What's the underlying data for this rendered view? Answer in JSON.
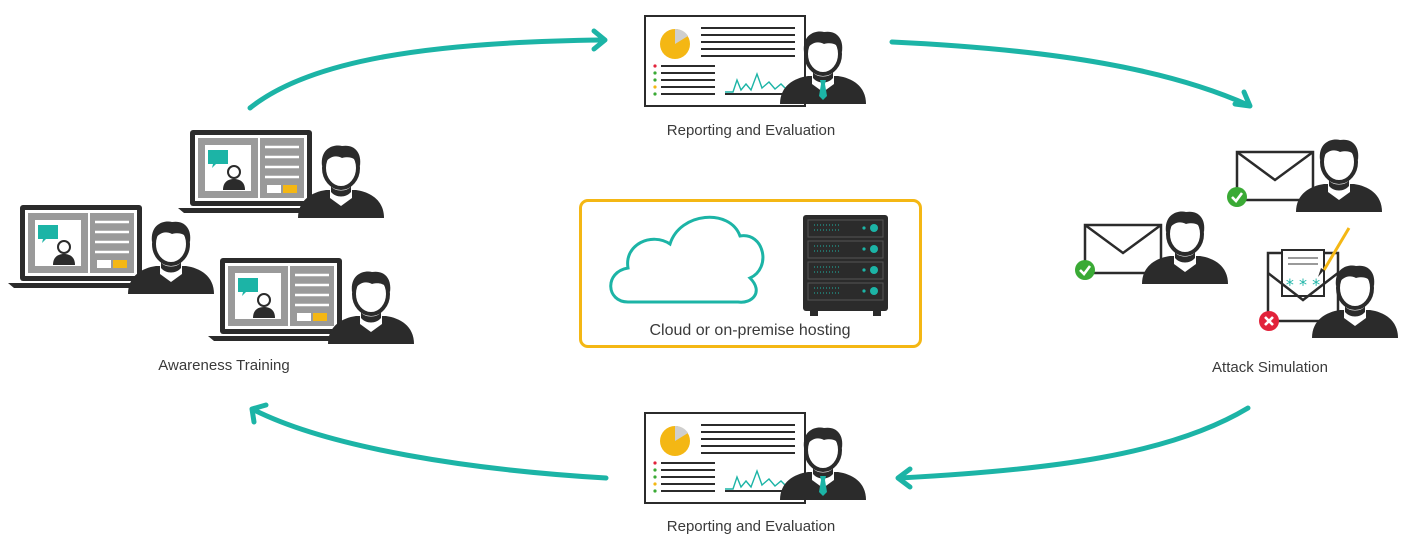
{
  "captions": {
    "reporting_top": "Reporting and Evaluation",
    "reporting_bottom": "Reporting and Evaluation",
    "awareness": "Awareness Training",
    "attack": "Attack Simulation",
    "hosting": "Cloud or on-premise hosting"
  },
  "colors": {
    "arrow": "#1cb4a6",
    "accent_yellow": "#f4b714",
    "dark": "#2f2f2f",
    "green_check": "#3aaa35",
    "red_cross": "#e2233b"
  },
  "icons": {
    "report": "report-document-icon",
    "person": "person-avatar-icon",
    "laptop": "laptop-training-icon",
    "envelope": "envelope-icon",
    "cloud": "cloud-icon",
    "server": "server-rack-icon"
  }
}
